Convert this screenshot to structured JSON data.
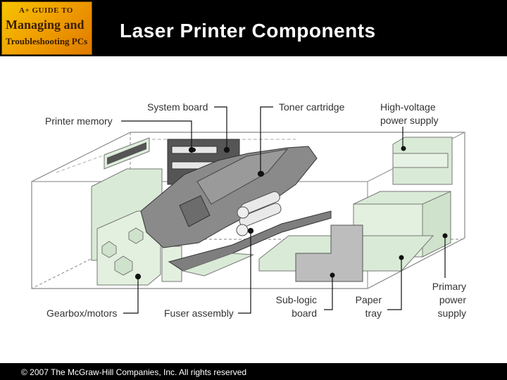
{
  "header": {
    "logo": {
      "line1": "A+ GUIDE TO",
      "line2": "Managing and",
      "line3": "Troubleshooting PCs"
    },
    "title": "Laser Printer Components"
  },
  "diagram": {
    "labels": {
      "printer_memory": "Printer memory",
      "system_board": "System board",
      "toner_cartridge": "Toner cartridge",
      "high_voltage_1": "High-voltage",
      "high_voltage_2": "power supply",
      "gearbox": "Gearbox/motors",
      "fuser": "Fuser assembly",
      "sub_logic_1": "Sub-logic",
      "sub_logic_2": "board",
      "paper_1": "Paper",
      "paper_2": "tray",
      "primary_1": "Primary",
      "primary_2": "power",
      "primary_3": "supply"
    }
  },
  "footer": {
    "copyright": "© 2007 The McGraw-Hill Companies, Inc. All rights reserved"
  }
}
